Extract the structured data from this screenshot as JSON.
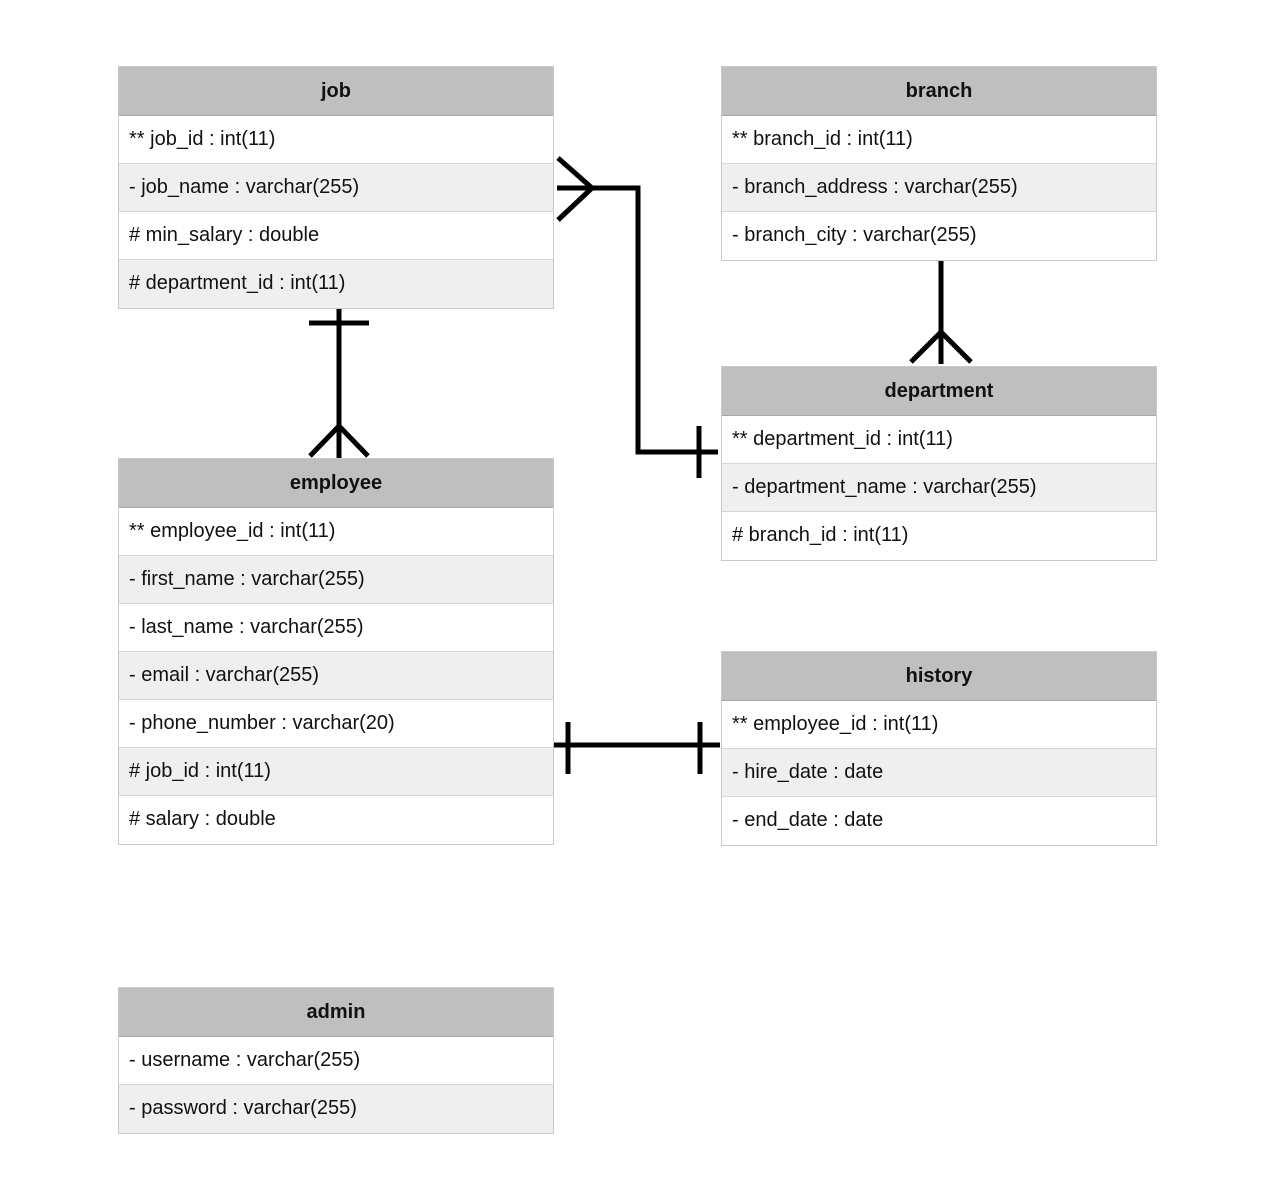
{
  "entities": {
    "job": {
      "title": "job",
      "fields": [
        "** job_id : int(11)",
        "- job_name : varchar(255)",
        "# min_salary : double",
        "# department_id : int(11)"
      ]
    },
    "branch": {
      "title": "branch",
      "fields": [
        "** branch_id : int(11)",
        "- branch_address : varchar(255)",
        "- branch_city : varchar(255)"
      ]
    },
    "department": {
      "title": "department",
      "fields": [
        "** department_id : int(11)",
        "- department_name : varchar(255)",
        "# branch_id : int(11)"
      ]
    },
    "employee": {
      "title": "employee",
      "fields": [
        "** employee_id : int(11)",
        "- first_name : varchar(255)",
        "- last_name : varchar(255)",
        "- email : varchar(255)",
        "- phone_number : varchar(20)",
        "# job_id : int(11)",
        "# salary : double"
      ]
    },
    "history": {
      "title": "history",
      "fields": [
        "** employee_id : int(11)",
        "- hire_date : date",
        "- end_date : date"
      ]
    },
    "admin": {
      "title": "admin",
      "fields": [
        "- username : varchar(255)",
        "- password : varchar(255)"
      ]
    }
  },
  "relationships": [
    {
      "from": "department",
      "from_cardinality": "one",
      "to": "job",
      "to_cardinality": "many"
    },
    {
      "from": "branch",
      "from_cardinality": "one",
      "to": "department",
      "to_cardinality": "many"
    },
    {
      "from": "job",
      "from_cardinality": "one",
      "to": "employee",
      "to_cardinality": "many"
    },
    {
      "from": "employee",
      "from_cardinality": "one",
      "to": "history",
      "to_cardinality": "one"
    }
  ]
}
